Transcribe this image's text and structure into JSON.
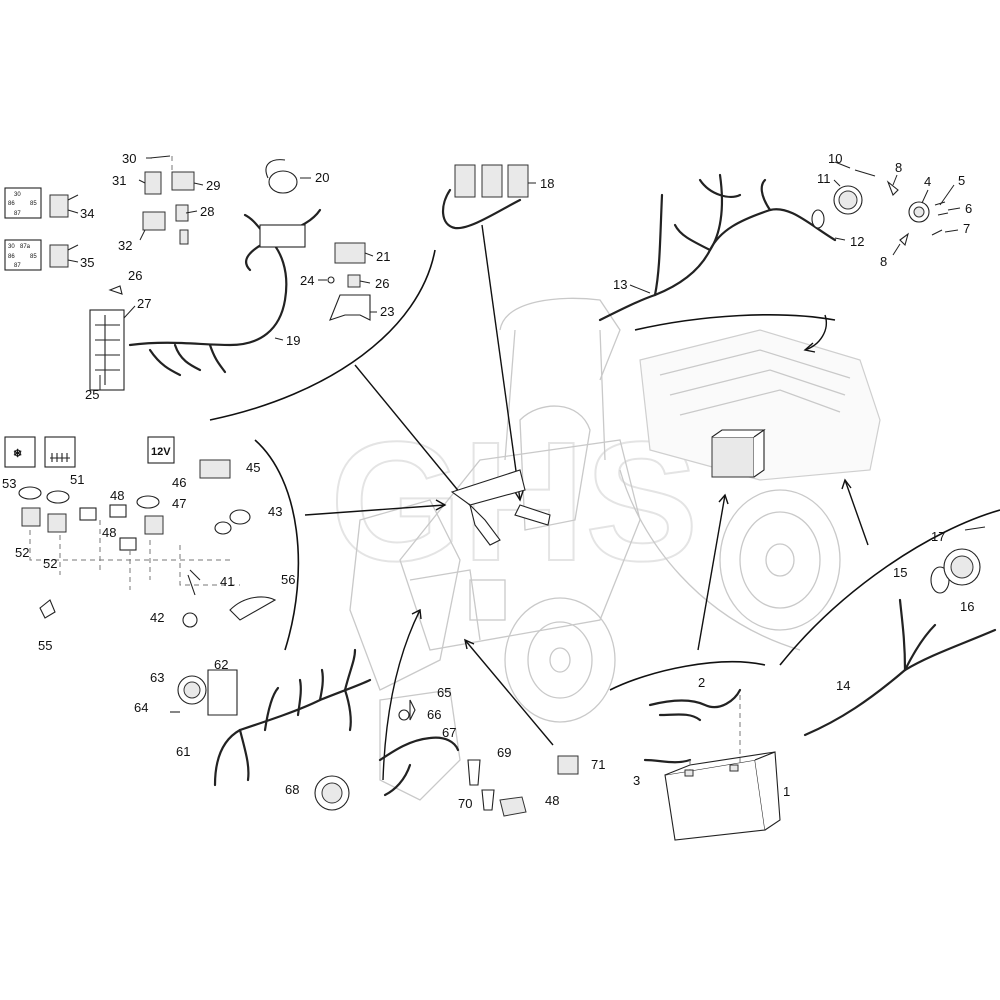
{
  "watermark": "GHS",
  "icons": {
    "defrost_icon": "fan-defrost-icon",
    "rear_heat_icon": "rear-heater-icon",
    "socket_label": "12V"
  },
  "relay_pins": {
    "r1": [
      "30",
      "86",
      "85",
      "87"
    ],
    "r2": [
      "30",
      "87a",
      "86",
      "85",
      "87"
    ]
  },
  "callouts": [
    "30",
    "31",
    "29",
    "20",
    "28",
    "34",
    "35",
    "32",
    "26",
    "27",
    "21",
    "24",
    "26",
    "23",
    "19",
    "25",
    "18",
    "10",
    "11",
    "8",
    "4",
    "5",
    "6",
    "7",
    "12",
    "8",
    "13",
    "53",
    "51",
    "52",
    "52",
    "48",
    "46",
    "48",
    "47",
    "45",
    "43",
    "41",
    "42",
    "55",
    "56",
    "17",
    "15",
    "16",
    "14",
    "63",
    "62",
    "64",
    "61",
    "65",
    "66",
    "67",
    "68",
    "69",
    "70",
    "48",
    "71",
    "2",
    "3",
    "1"
  ]
}
